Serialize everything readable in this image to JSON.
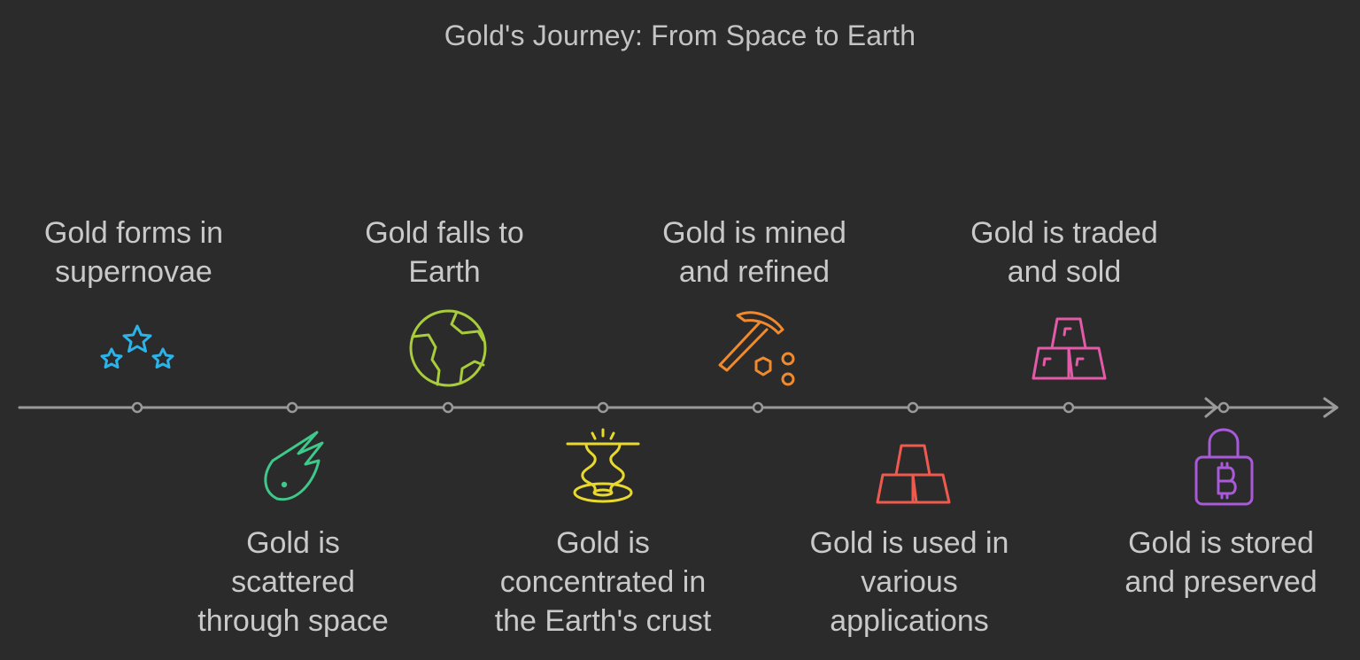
{
  "title": "Gold's Journey: From Space to Earth",
  "colors": {
    "background": "#2b2b2b",
    "line": "#9a9a9a",
    "text": "#c9c9c9"
  },
  "steps": [
    {
      "label": "Gold forms in\nsupernovae",
      "icon": "stars-icon",
      "color": "#2bb3ea"
    },
    {
      "label": "Gold is\nscattered\nthrough space",
      "icon": "comet-icon",
      "color": "#3ec98a"
    },
    {
      "label": "Gold falls to\nEarth",
      "icon": "globe-icon",
      "color": "#a8cc3c"
    },
    {
      "label": "Gold is\nconcentrated in\nthe Earth's crust",
      "icon": "geyser-icon",
      "color": "#e9d92c"
    },
    {
      "label": "Gold is mined\nand refined",
      "icon": "pickaxe-icon",
      "color": "#f08a2c"
    },
    {
      "label": "Gold is used in\nvarious\napplications",
      "icon": "gold-bars-icon",
      "color": "#ef5a4f"
    },
    {
      "label": "Gold is traded\nand sold",
      "icon": "gold-bars-icon",
      "color": "#e35aa8"
    },
    {
      "label": "Gold is stored\nand preserved",
      "icon": "bitcoin-lock-icon",
      "color": "#a85ad8"
    }
  ]
}
